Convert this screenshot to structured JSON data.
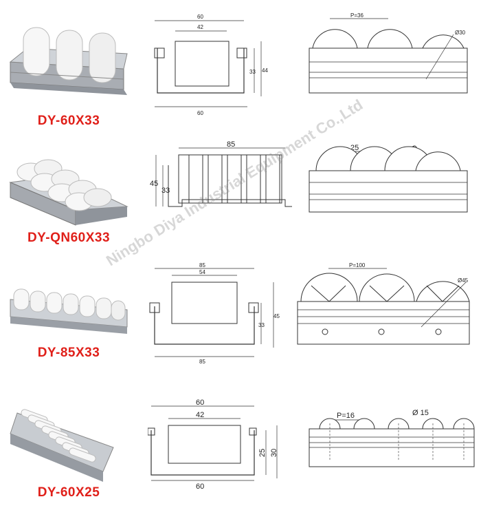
{
  "products": [
    {
      "model": "DY-60X33",
      "side_dims": {
        "top_outer": "60",
        "top_inner": "42",
        "height_inner": "33",
        "height_outer": "44",
        "bottom": "60"
      },
      "front_dims": {
        "pitch": "P=36",
        "diameter": "Ø30"
      }
    },
    {
      "model": "DY-QN60X33",
      "side_dims": {
        "top_outer": "85",
        "height_outer": "45",
        "height_inner": "33"
      },
      "front_dims": {
        "pitch": "25",
        "diameter": "Ø34"
      }
    },
    {
      "model": "DY-85X33",
      "side_dims": {
        "top_outer": "85",
        "top_inner": "54",
        "height_inner": "33",
        "height_outer": "45",
        "bottom": "85"
      },
      "front_dims": {
        "pitch": "P=100",
        "diameter": "Ø45"
      }
    },
    {
      "model": "DY-60X25",
      "side_dims": {
        "top_outer": "60",
        "top_inner": "42",
        "height_inner": "25",
        "height_outer": "30",
        "bottom": "60"
      },
      "front_dims": {
        "pitch": "P=16",
        "diameter": "Ø 15"
      }
    }
  ],
  "watermark": "Ningbo Diya Industrial Equipment Co.,Ltd",
  "colors": {
    "model_label": "#e0201a",
    "roller": "#f7f7f7",
    "rail": "#b8bcc2"
  }
}
